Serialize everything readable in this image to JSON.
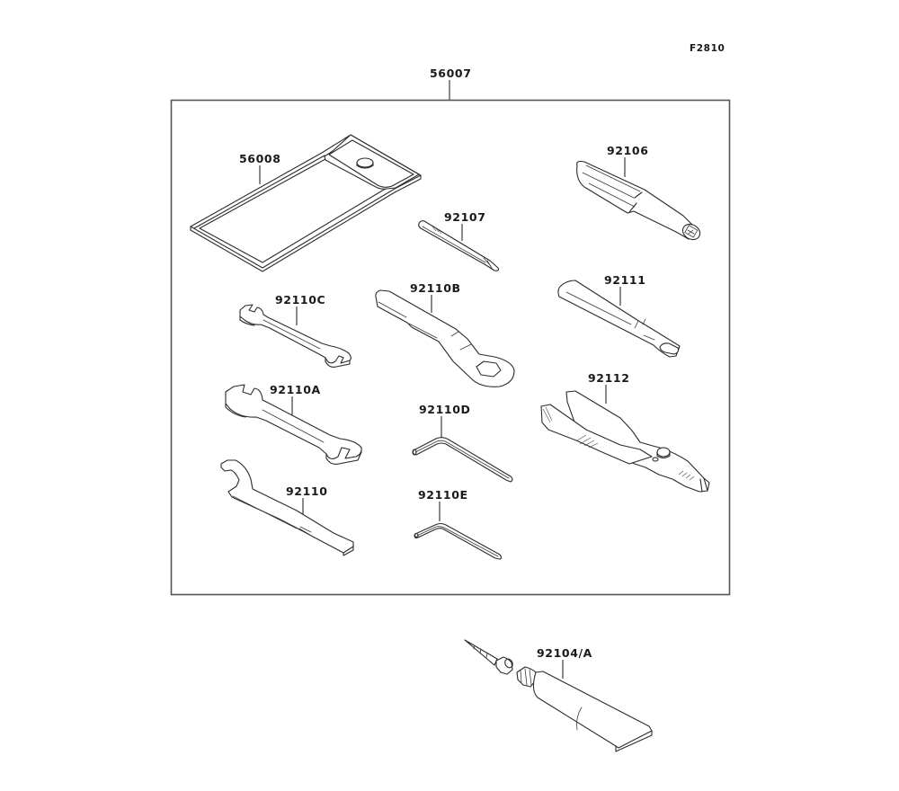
{
  "diagram": {
    "type": "exploded-parts-diagram",
    "figure_code": "F2810",
    "group": {
      "part_number": "56007",
      "contains": [
        "56008",
        "92106",
        "92107",
        "92110B",
        "92111",
        "92110C",
        "92110A",
        "92110D",
        "92112",
        "92110",
        "92110E"
      ]
    },
    "parts": [
      {
        "part_number": "56008",
        "depicts": "tool-pouch"
      },
      {
        "part_number": "92106",
        "depicts": "screwdriver-handle"
      },
      {
        "part_number": "92107",
        "depicts": "screwdriver-bit"
      },
      {
        "part_number": "92110B",
        "depicts": "box-wrench"
      },
      {
        "part_number": "92111",
        "depicts": "extension-bar"
      },
      {
        "part_number": "92110C",
        "depicts": "small-open-end-wrench"
      },
      {
        "part_number": "92110A",
        "depicts": "open-end-wrench"
      },
      {
        "part_number": "92110D",
        "depicts": "hex-key-large"
      },
      {
        "part_number": "92112",
        "depicts": "pliers"
      },
      {
        "part_number": "92110",
        "depicts": "hook-spanner"
      },
      {
        "part_number": "92110E",
        "depicts": "hex-key-small"
      },
      {
        "part_number": "92104/A",
        "depicts": "sealant-tube-with-nozzle"
      }
    ],
    "colors": {
      "line": "#2b2b2b",
      "frame": "#555555",
      "background": "#ffffff"
    }
  }
}
